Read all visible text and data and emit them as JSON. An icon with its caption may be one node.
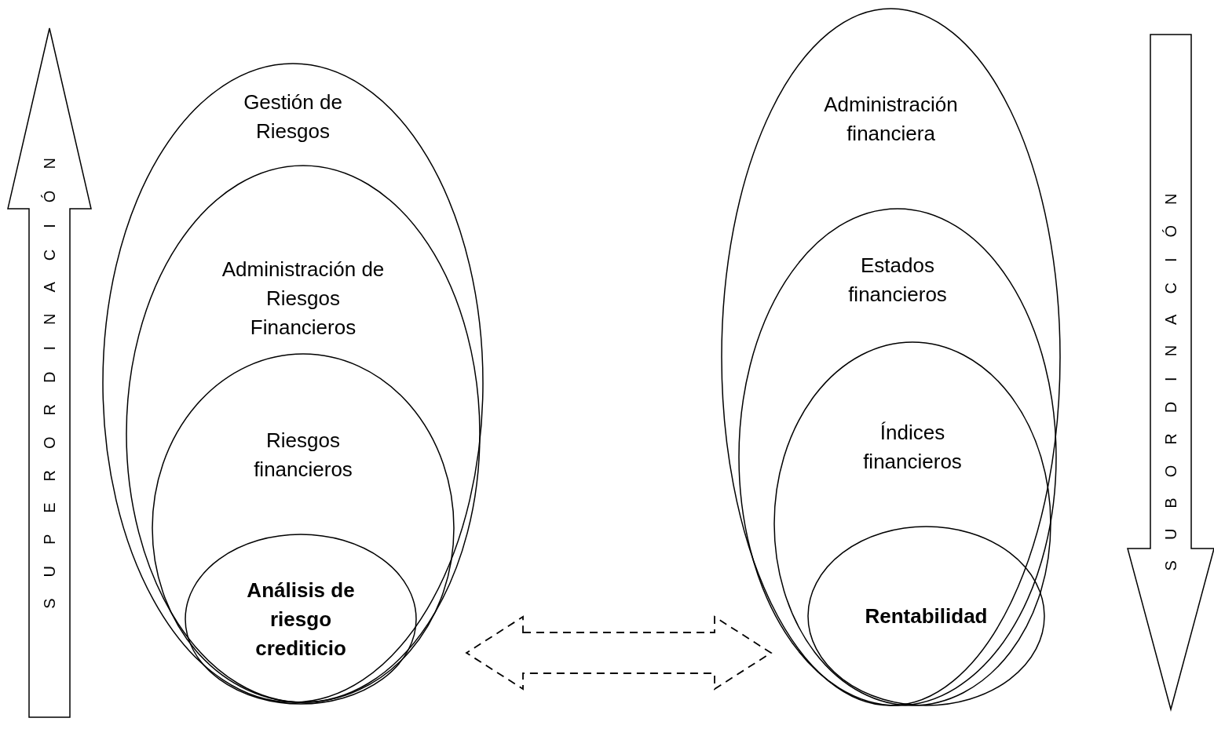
{
  "diagram": {
    "nodes": [
      {
        "text": [
          "Gestión de Riesgos"
        ]
      },
      {
        "text": [
          "Administración de Riesgos Financieros"
        ],
        "in": 0
      },
      {
        "text": [
          "Riesgos financieros"
        ],
        "in": 1
      },
      {
        "text": [
          "Análisis de riesgo crediticio"
        ],
        "in": 2
      },
      {
        "text": [
          "Administración financiera"
        ]
      },
      {
        "text": [
          "Estados financieros"
        ],
        "in": 4
      },
      {
        "text": [
          "Índices financieros"
        ],
        "in": 5
      },
      {
        "text": [
          "Rentabilidad"
        ],
        "in": 6
      },
      {
        "text": [
          "SUPERORDINACIÓN"
        ]
      },
      {
        "text": [
          "SUBORDINACIÓN"
        ]
      }
    ],
    "edges": [
      {
        "from": 0,
        "to": 4,
        "arrow": "both",
        "style": "dashed"
      }
    ]
  }
}
